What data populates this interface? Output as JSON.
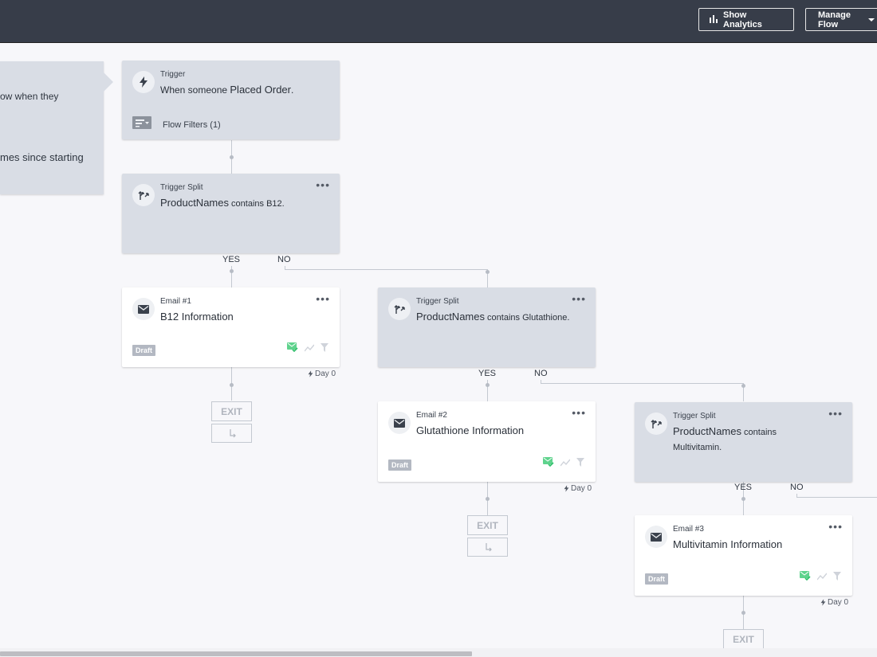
{
  "toolbar": {
    "analytics_label": "Show Analytics",
    "manage_label": "Manage Flow"
  },
  "info_panel": {
    "line1": "ow when they",
    "line2": "mes since starting"
  },
  "trigger": {
    "type": "Trigger",
    "prefix": "When someone ",
    "event": "Placed Order",
    "suffix": ".",
    "filters": "Flow Filters (1)"
  },
  "splits": [
    {
      "type": "Trigger Split",
      "field": "ProductNames",
      "rest": " contains B12."
    },
    {
      "type": "Trigger Split",
      "field": "ProductNames",
      "rest": " contains Glutathione."
    },
    {
      "type": "Trigger Split",
      "field": "ProductNames",
      "rest": " contains",
      "rest2": "Multivitamin."
    }
  ],
  "emails": [
    {
      "type": "Email #1",
      "title": "B12 Information",
      "badge": "Draft",
      "day": "Day 0"
    },
    {
      "type": "Email #2",
      "title": "Glutathione Information",
      "badge": "Draft",
      "day": "Day 0"
    },
    {
      "type": "Email #3",
      "title": "Multivitamin Information",
      "badge": "Draft",
      "day": "Day 0"
    }
  ],
  "branch": {
    "yes": "YES",
    "no": "NO"
  },
  "exit_label": "EXIT",
  "more_label": "•••",
  "icons": {
    "trigger": "bolt-icon",
    "filters": "filter-list-icon",
    "split": "split-arrows-icon",
    "email": "envelope-icon",
    "smart_sending": "email-check-icon",
    "analytics": "trend-icon",
    "filter": "funnel-icon",
    "day": "bolt-small-icon",
    "undo": "return-arrow-icon"
  },
  "colors": {
    "topbar": "#373d49",
    "canvas": "#f7f7fa",
    "split_card": "#d9dde5",
    "email_card": "#ffffff",
    "badge": "#b3b8c2",
    "smart_sending": "#5fd38d"
  }
}
